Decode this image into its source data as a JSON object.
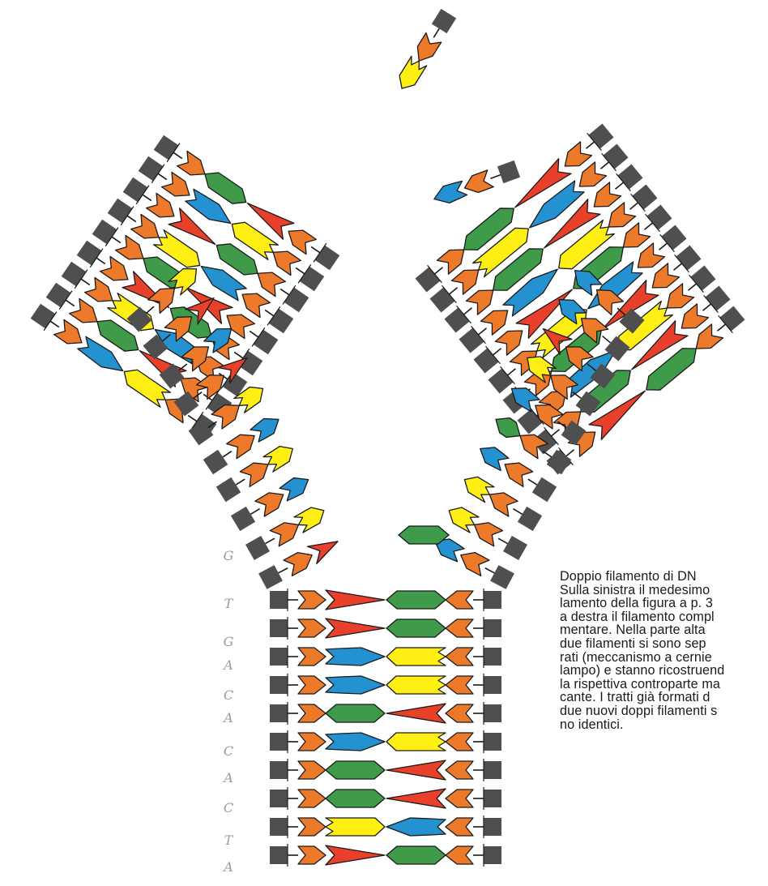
{
  "caption_lines": [
    "Doppio filamento di DN",
    "Sulla sinistra il medesimo",
    "lamento della figura a p. 3",
    "a destra il filamento compl",
    "mentare. Nella parte alta",
    "due filamenti si sono sep",
    "rati (meccanismo a cernie",
    "lampo) e stanno ricostruend",
    "la rispettiva controparte ma",
    "cante. I tratti già formati d",
    "due nuovi doppi filamenti s",
    "no identici."
  ],
  "margin_letters": [
    "G",
    "T",
    "G",
    "A",
    "C",
    "A",
    "C",
    "A",
    "C",
    "T",
    "A"
  ],
  "colors": {
    "backbone": "#4f4f4f",
    "sugar": "#ec7a2a",
    "red": "#e8402a",
    "green": "#3f9a4a",
    "yellow": "#ffef14",
    "blue": "#2492d0",
    "outline": "#1a1a1a"
  },
  "base_types": {
    "red": "wedge",
    "yellow": "crown",
    "green": "hexagon",
    "blue": "tulip"
  },
  "pairs": {
    "trunk": [
      [
        "red",
        "green"
      ],
      [
        "red",
        "green"
      ],
      [
        "blue",
        "yellow"
      ],
      [
        "blue",
        "yellow"
      ],
      [
        "green",
        "red"
      ],
      [
        "blue",
        "yellow"
      ],
      [
        "green",
        "red"
      ],
      [
        "green",
        "red"
      ],
      [
        "yellow",
        "blue"
      ],
      [
        "red",
        "green"
      ]
    ],
    "left_arm": [
      [
        "red",
        "green"
      ],
      [
        "yellow",
        "blue"
      ],
      [
        "green",
        "red"
      ],
      [
        "blue",
        "yellow"
      ],
      [
        "red",
        "green"
      ],
      [
        "green",
        "red"
      ],
      [
        "blue",
        "yellow"
      ],
      [
        "red",
        "green"
      ],
      [
        "yellow",
        "blue"
      ]
    ],
    "right_arm": [
      [
        "green",
        "red"
      ],
      [
        "yellow",
        "blue"
      ],
      [
        "green",
        "red"
      ],
      [
        "blue",
        "yellow"
      ],
      [
        "red",
        "green"
      ],
      [
        "yellow",
        "blue"
      ],
      [
        "green",
        "red"
      ],
      [
        "blue",
        "yellow"
      ],
      [
        "green",
        "red"
      ],
      [
        "red",
        "green"
      ]
    ],
    "left_fork": [
      "red",
      "yellow",
      "blue",
      "yellow",
      "blue",
      "yellow",
      "red",
      "blue",
      "red",
      "yellow"
    ],
    "right_fork": [
      "blue",
      "yellow",
      "yellow",
      "blue",
      "green",
      "blue",
      "yellow",
      "red",
      "blue",
      "blue"
    ],
    "free": [
      "yellow",
      "blue",
      "green"
    ]
  }
}
